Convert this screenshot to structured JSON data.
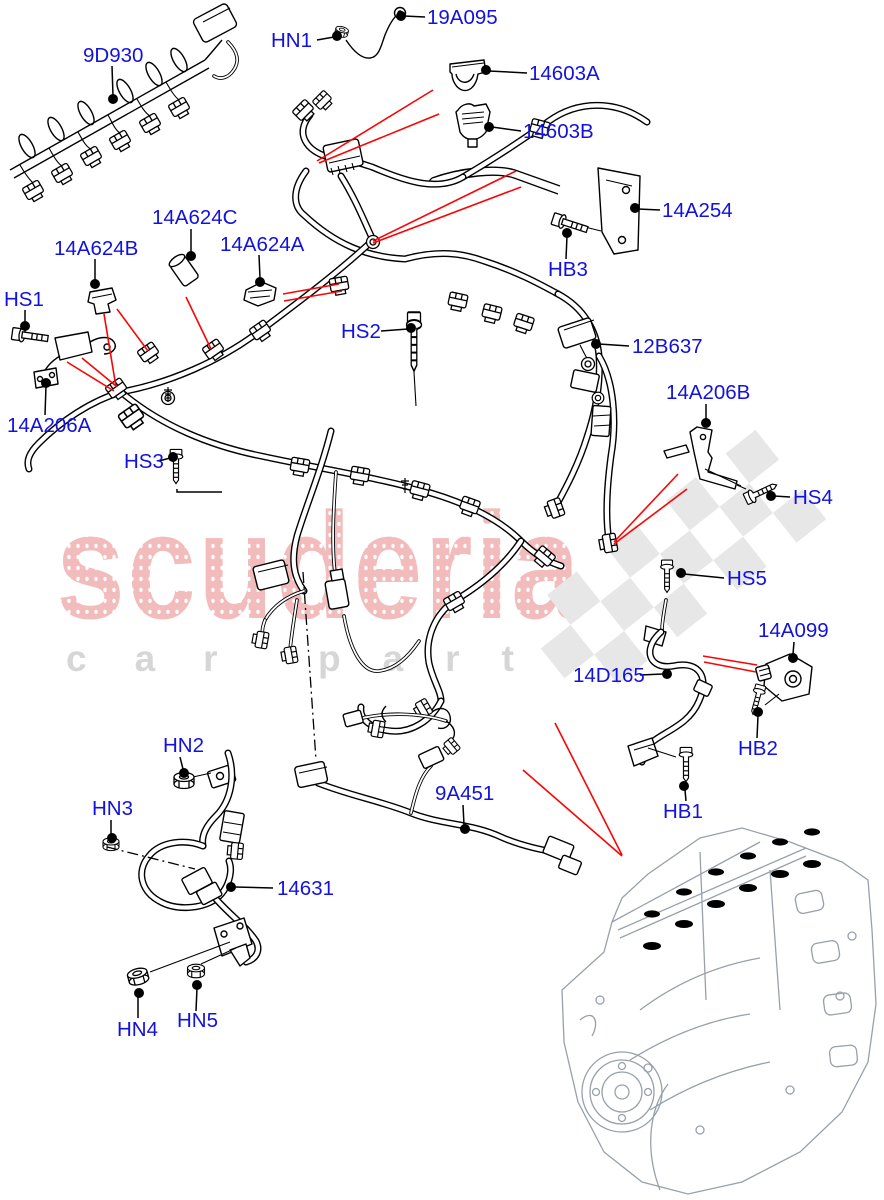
{
  "page": {
    "background": "#ffffff",
    "type": "parts-catalog-exploded-diagram",
    "subject": "engine wiring harness"
  },
  "colors": {
    "label-blue": "#1212dd",
    "attach-red": "#fa0505",
    "art-black": "#000000",
    "watermark-pink": "#f3bcbc",
    "watermark-gray": "#d6d6d6",
    "flag-gray": "#e7e7e7",
    "engine-gray": "#98a0ab"
  },
  "watermark": {
    "brand": "scuderia",
    "tagline_left": "car",
    "tagline_right": "parts"
  },
  "labels": [
    {
      "id": "9D930",
      "text": "9D930"
    },
    {
      "id": "19A095",
      "text": "19A095"
    },
    {
      "id": "HN1",
      "text": "HN1"
    },
    {
      "id": "14603A",
      "text": "14603A"
    },
    {
      "id": "14603B",
      "text": "14603B"
    },
    {
      "id": "14A254",
      "text": "14A254"
    },
    {
      "id": "HB3",
      "text": "HB3"
    },
    {
      "id": "14A624C",
      "text": "14A624C"
    },
    {
      "id": "14A624B",
      "text": "14A624B"
    },
    {
      "id": "14A624A",
      "text": "14A624A"
    },
    {
      "id": "HS1",
      "text": "HS1"
    },
    {
      "id": "HS2",
      "text": "HS2"
    },
    {
      "id": "12B637",
      "text": "12B637"
    },
    {
      "id": "14A206B",
      "text": "14A206B"
    },
    {
      "id": "14A206A",
      "text": "14A206A"
    },
    {
      "id": "HS3",
      "text": "HS3"
    },
    {
      "id": "HS4",
      "text": "HS4"
    },
    {
      "id": "HS5",
      "text": "HS5"
    },
    {
      "id": "14A099",
      "text": "14A099"
    },
    {
      "id": "14D165",
      "text": "14D165"
    },
    {
      "id": "HB2",
      "text": "HB2"
    },
    {
      "id": "HN2",
      "text": "HN2"
    },
    {
      "id": "HN3",
      "text": "HN3"
    },
    {
      "id": "9A451",
      "text": "9A451"
    },
    {
      "id": "HB1",
      "text": "HB1"
    },
    {
      "id": "14631",
      "text": "14631"
    },
    {
      "id": "HN4",
      "text": "HN4"
    },
    {
      "id": "HN5",
      "text": "HN5"
    }
  ]
}
